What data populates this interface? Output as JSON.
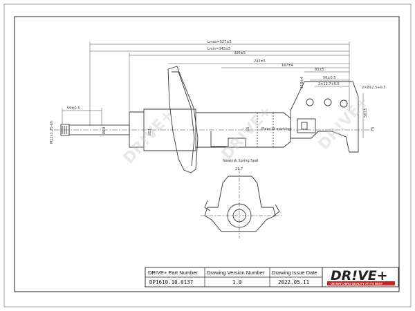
{
  "drawing": {
    "dims": {
      "lmax": "Lmax=527±5",
      "lmin": "Lmin=343±5",
      "d336": "336±5",
      "d243": "243±5",
      "d187": "187±4",
      "d83": "83±5",
      "d58": "58±0.5",
      "d2x12": "2×12.7+0.5",
      "d2xo12": "2×Ø12.5+0.3",
      "d55": "55±0.5",
      "thread": "M12x1.25-6h",
      "d20": "Ø20",
      "d51": "Ø51",
      "d66": "66",
      "d76": "76",
      "d58b": "58±5",
      "d118": "118±4",
      "d217": "21.7",
      "spring_seat": "Place of marking",
      "note": "Nawinsk Spring Seat"
    },
    "watermark": "DR!VE+"
  },
  "title_block": {
    "headers": {
      "part_number": "DRIVE+ Part Number",
      "version": "Drawing Version  Number",
      "issue_date": "Drawing Issue Date"
    },
    "values": {
      "part_number": "DP1610.10.0137",
      "version": "1.0",
      "issue_date": "2022.05.11"
    }
  },
  "logo": {
    "main": "DR!VE+",
    "tagline": "OE MATCHING QUALITY AT ITS BEST"
  }
}
